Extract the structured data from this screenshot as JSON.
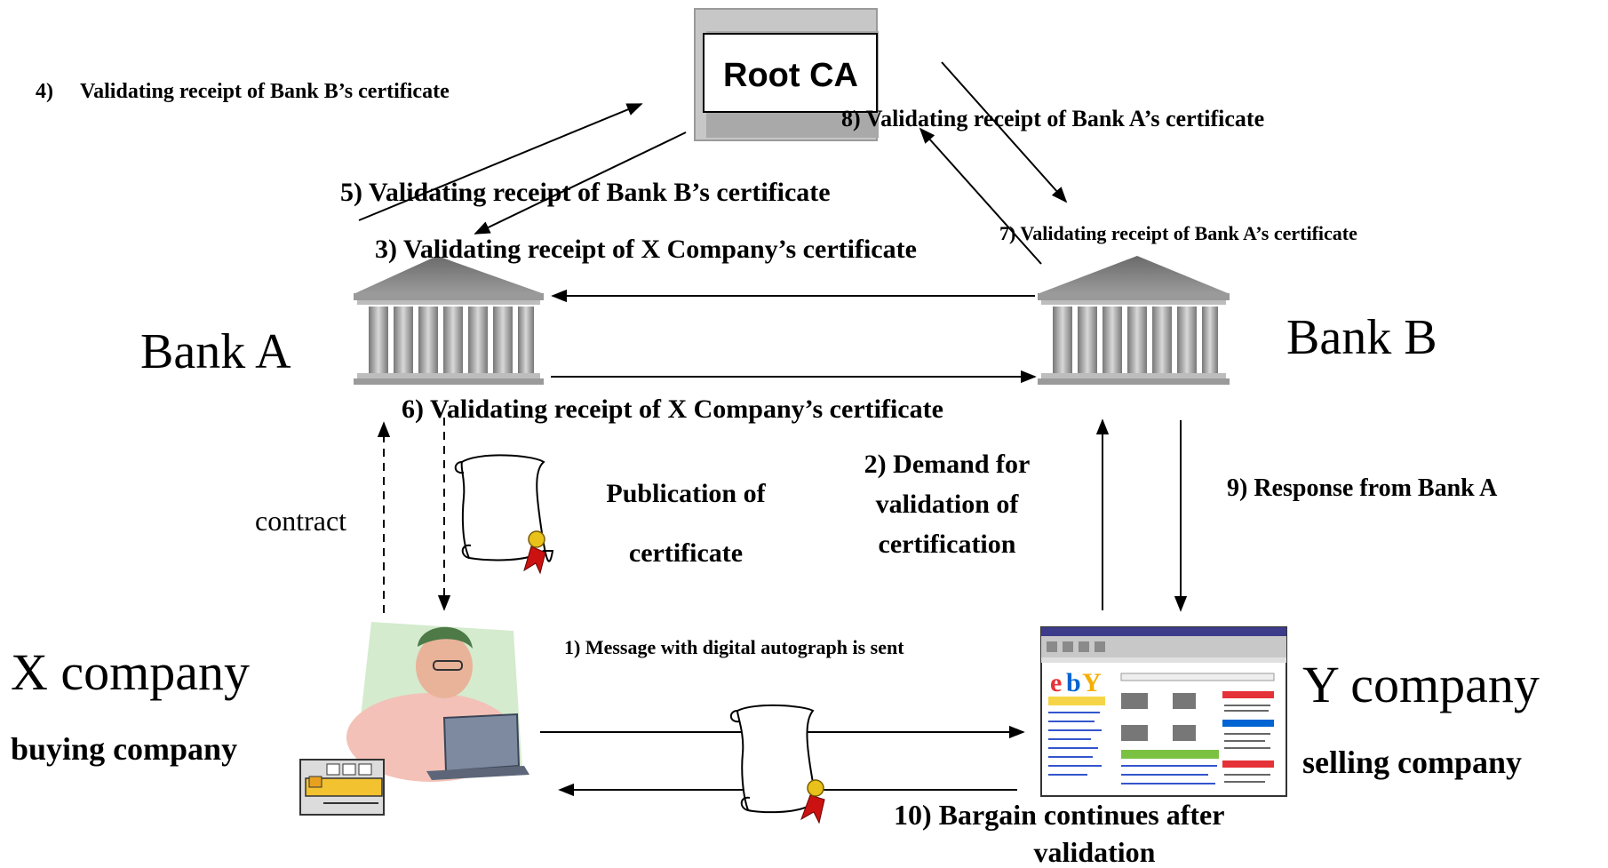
{
  "root_ca": {
    "label": "Root CA"
  },
  "entities": {
    "bank_a": "Bank A",
    "bank_b": "Bank B",
    "x_company": "X company",
    "x_role": "buying company",
    "y_company": "Y company",
    "y_role": "selling company"
  },
  "steps": {
    "s1": "1)  Message with digital autograph is sent",
    "s2_line1": "2)  Demand for",
    "s2_line2": "validation of",
    "s2_line3": "certification",
    "s3": "3)  Validating receipt of X Company’s certificate",
    "s4_num": "4)",
    "s4_text": "Validating receipt of Bank B’s certificate",
    "s5": "5)  Validating receipt of Bank B’s certificate",
    "s6": "6) Validating receipt of  X Company’s certificate",
    "s7": "7)  Validating receipt of Bank A’s certificate",
    "s8": "8)  Validating receipt of Bank A’s certificate",
    "s9": "9)  Response from Bank A",
    "s10_line1": "10)  Bargain continues after",
    "s10_line2": "validation"
  },
  "labels": {
    "contract": "contract",
    "publication_line1": "Publication of",
    "publication_line2": "certificate"
  },
  "colors": {
    "ink": "#000000",
    "bank_gray": "#8c8c8c",
    "ribbon_red": "#cc1111",
    "seal_gold": "#e8c21a",
    "card_yellow": "#f2c230"
  }
}
